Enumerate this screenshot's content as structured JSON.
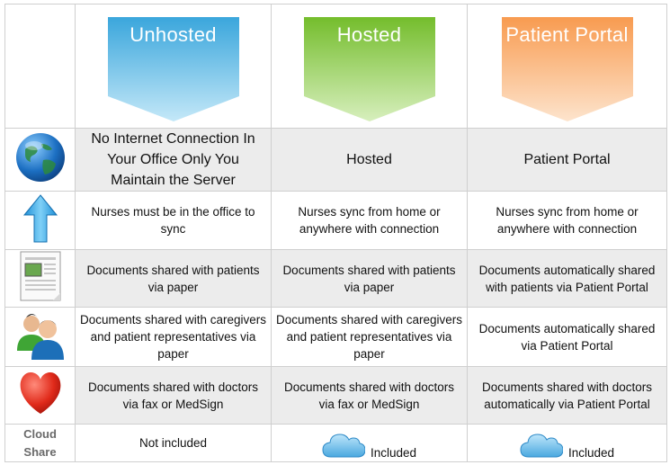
{
  "header": {
    "columns": [
      {
        "label": "Unhosted",
        "color": "#5bb8e6"
      },
      {
        "label": "Hosted",
        "color": "#8dcb4c"
      },
      {
        "label": "Patient Portal",
        "color": "#f8a968"
      }
    ]
  },
  "rows": [
    {
      "icon": "globe-icon",
      "cells": [
        "No Internet Connection In Your Office Only You Maintain the Server",
        "Hosted",
        "Patient Portal"
      ]
    },
    {
      "icon": "up-arrow-icon",
      "cells": [
        "Nurses must be in the office to sync",
        "Nurses sync from home or anywhere with connection",
        "Nurses sync from home or anywhere with connection"
      ]
    },
    {
      "icon": "document-icon",
      "cells": [
        "Documents shared with patients via paper",
        "Documents shared with patients via paper",
        "Documents automatically shared with patients via Patient Portal"
      ]
    },
    {
      "icon": "people-icon",
      "cells": [
        "Documents shared with caregivers and patient representatives via paper",
        "Documents shared with caregivers and patient representatives via paper",
        "Documents automatically shared via Patient Portal"
      ]
    },
    {
      "icon": "heart-icon",
      "cells": [
        "Documents shared with doctors via fax or MedSign",
        "Documents shared with doctors via fax or MedSign",
        "Documents shared with doctors automatically via Patient Portal"
      ]
    },
    {
      "label": "Cloud Share",
      "cells": [
        "Not included",
        "Included",
        "Included"
      ],
      "cell_icons": [
        "",
        "cloud-icon",
        "cloud-icon"
      ]
    }
  ]
}
